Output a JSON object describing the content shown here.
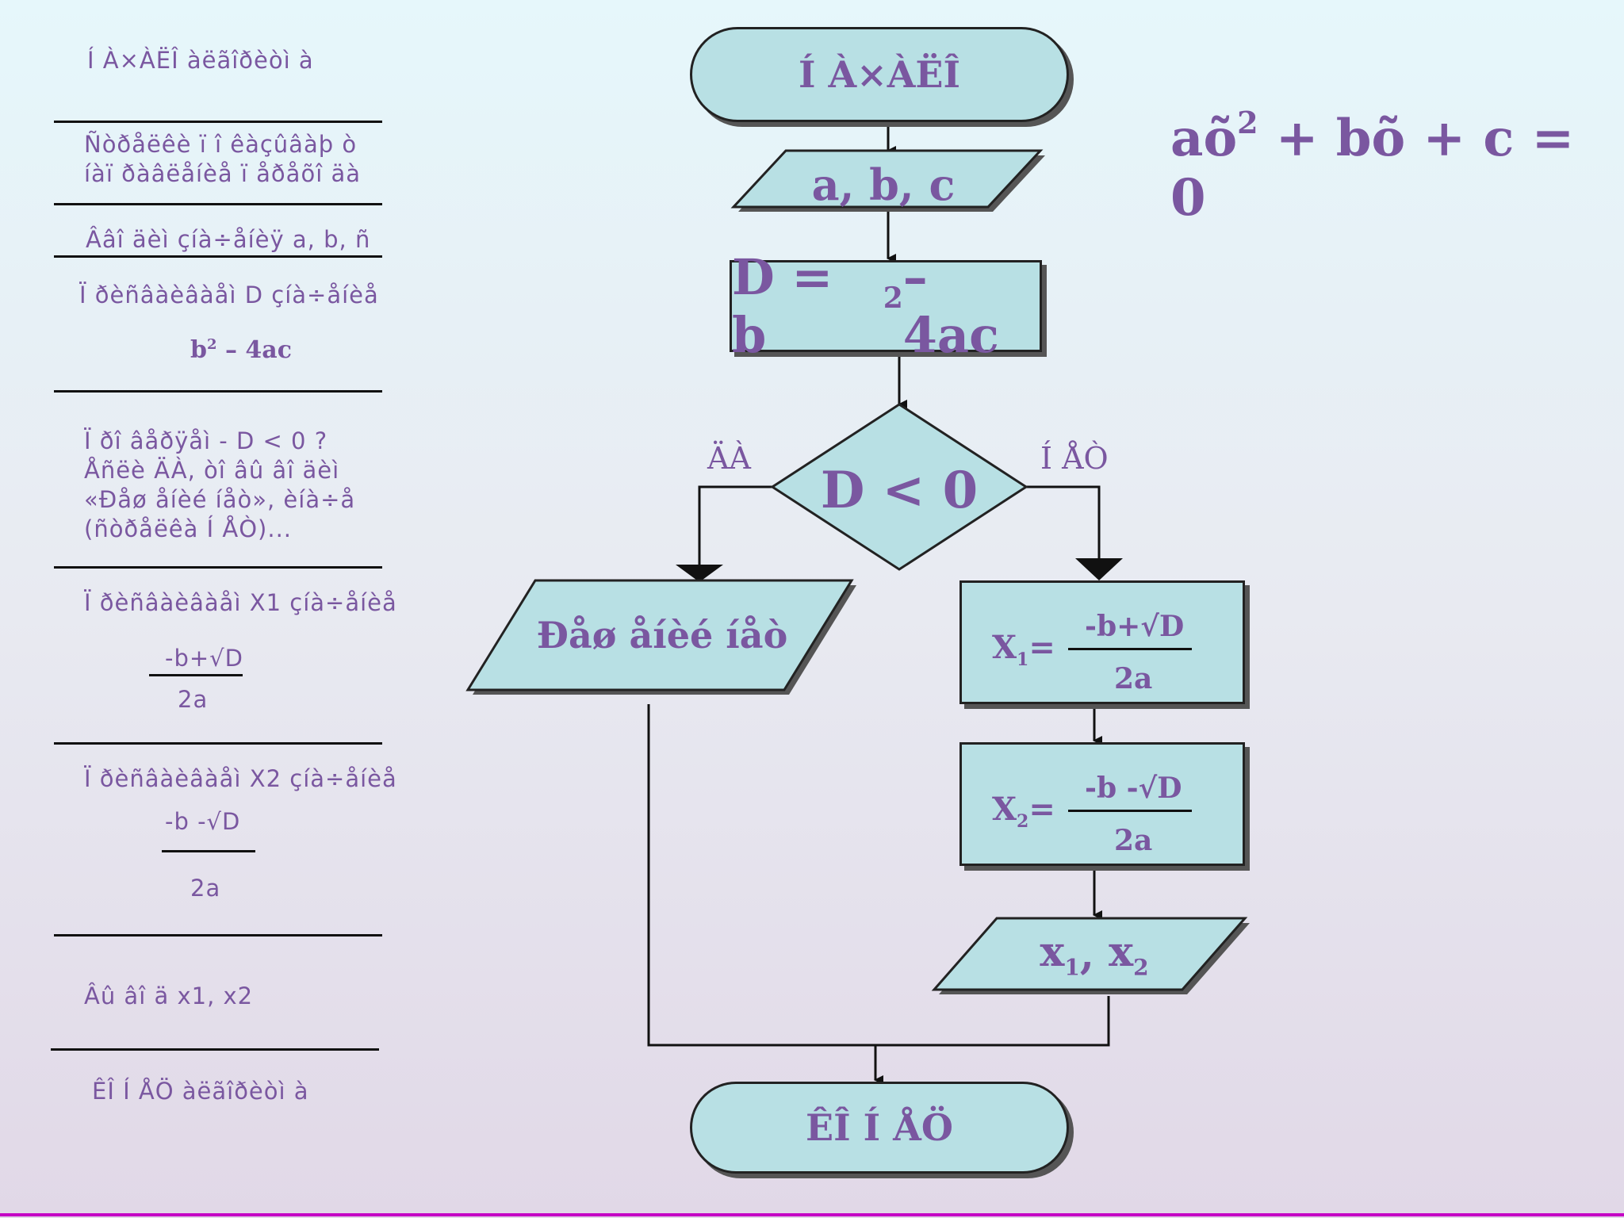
{
  "equation": {
    "main": "aõ",
    "sup": "2",
    "rest": " + bõ + c = 0"
  },
  "panel": {
    "start": "Í À×ÀËÎ  àëãîðèòì à",
    "define": "Ñòðåëêè  ï î êàçûâàþ ò\níàï ðàâëåíèå ï åðåõî äà",
    "input": "Ââî äèì   çíà÷åíèÿ a, b, ñ",
    "calc_d": "Ï ðèñâàèâàåì  D çíà÷åíèå",
    "calc_d_formula": {
      "base": "b",
      "sup": "2",
      "rest": " – 4ac"
    },
    "check": "Ï ðî âåðÿåì  -  D < 0 ?\nÅñëè ÄÀ, òî  âû âî äèì\n«Ðåø åíèé íåò», èíà÷å\n(ñòðåëêà Í ÅÒ)...",
    "calc_x1": "Ï ðèñâàèâàåì  X1 çíà÷åíèå",
    "x1_num": "-b+√D",
    "x1_den": "2a",
    "calc_x2": "Ï ðèñâàèâàåì  X2 çíà÷åíèå",
    "x2_num": "-b -√D",
    "x2_den": "2a",
    "output": "Âû âî ä x1, x2",
    "end": "ÊÎ Í ÅÖ  àëãîðèòì à"
  },
  "flow": {
    "start": "Í À×ÀËÎ",
    "input": "a, b, c",
    "assign": {
      "base": "D = b",
      "sup": "2",
      "rest": " – 4ac"
    },
    "condition": "D < 0",
    "yes_label": "ÄÀ",
    "no_label": "Í ÅÒ",
    "no_solution": "Ðåø åíèé íåò",
    "x1": {
      "name": "X",
      "sub": "1",
      "eq": "=",
      "num": "-b+√D",
      "den": "2a"
    },
    "x2": {
      "name": "X",
      "sub": "2",
      "eq": "=",
      "num": "-b -√D",
      "den": "2a"
    },
    "output": {
      "a": "x",
      "a_sub": "1",
      "sep": ", ",
      "b": "x",
      "b_sub": "2"
    },
    "end": "ÊÎ Í ÅÖ"
  },
  "colors": {
    "shape_fill": "#b8e0e4",
    "text": "#7a57a0",
    "stroke": "#222222"
  }
}
